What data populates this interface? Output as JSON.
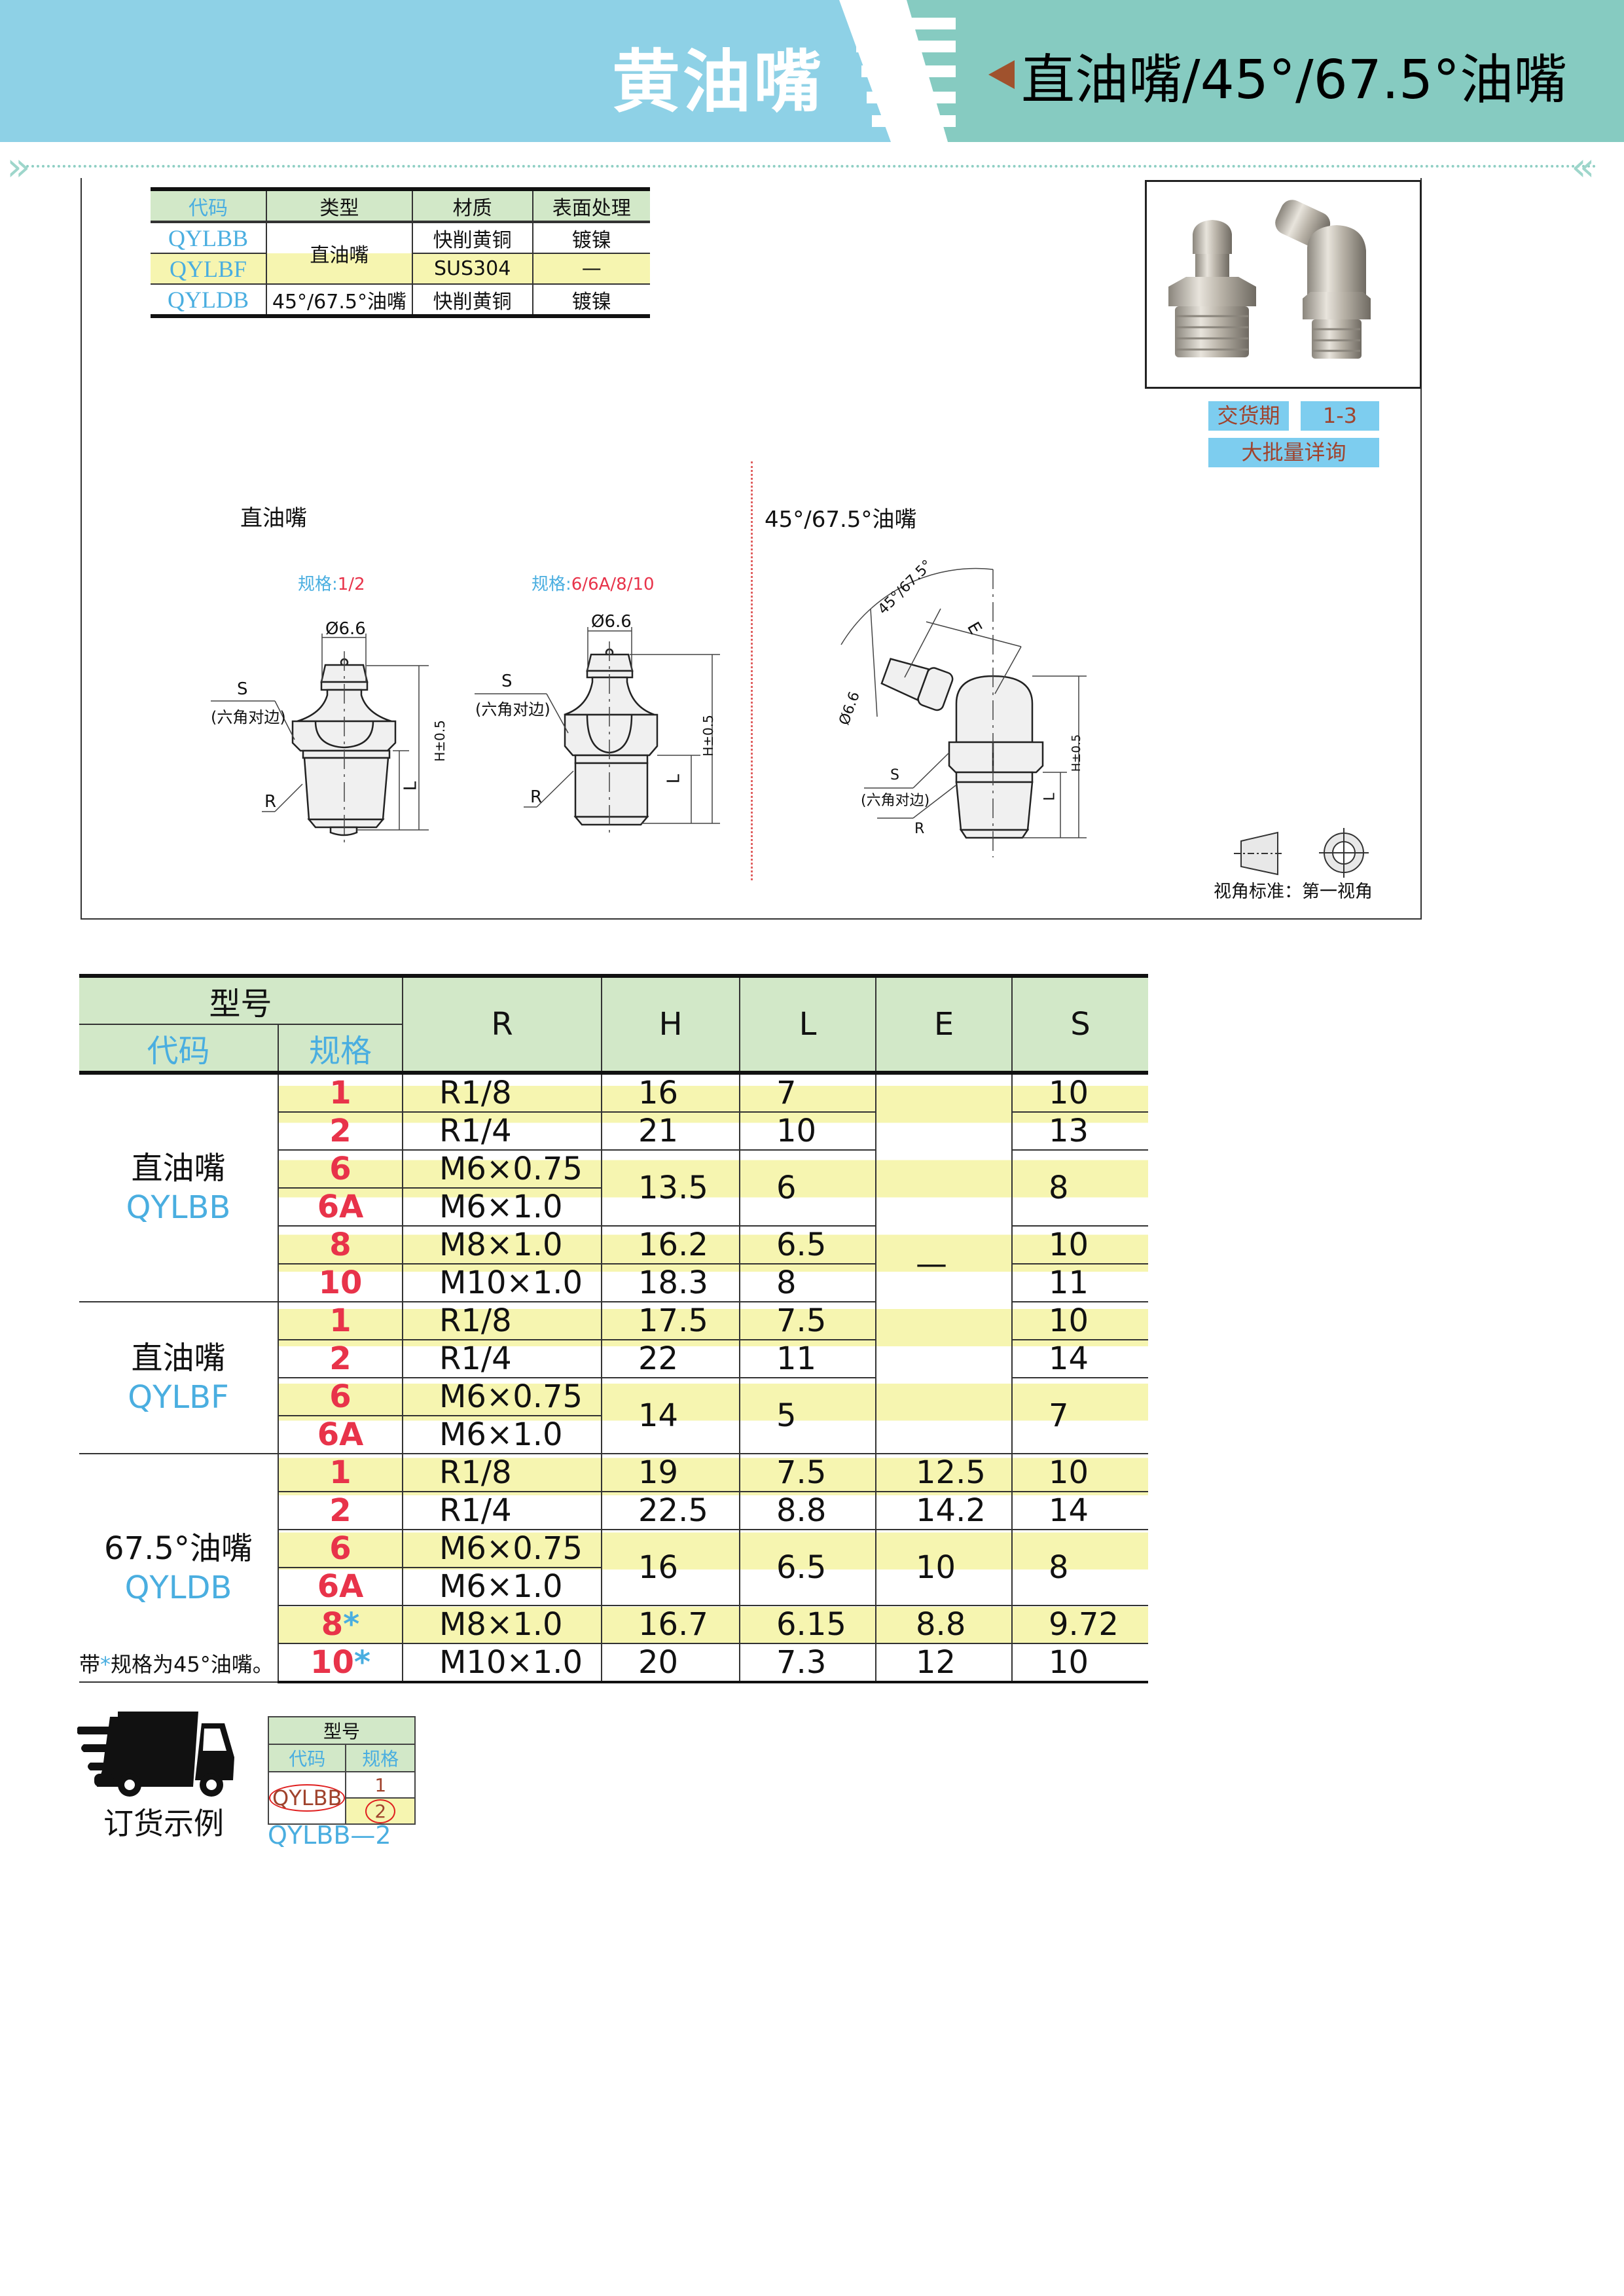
{
  "header": {
    "category_title": "黄油嘴",
    "page_title": "直油嘴/45°/67.5°油嘴"
  },
  "overview_table": {
    "headers": [
      "代码",
      "类型",
      "材质",
      "表面处理"
    ],
    "rows": [
      {
        "code": "QYLBB",
        "type": "直油嘴",
        "material": "快削黄铜",
        "finish": "镀镍"
      },
      {
        "code": "QYLBF",
        "type": "直油嘴",
        "material": "SUS304",
        "finish": "—"
      },
      {
        "code": "QYLDB",
        "type": "45°/67.5°油嘴",
        "material": "快削黄铜",
        "finish": "镀镍"
      }
    ]
  },
  "delivery": {
    "label": "交货期",
    "value": "1-3",
    "bulk_note": "大批量详询"
  },
  "drawings": {
    "straight_title": "直油嘴",
    "angled_title": "45°/67.5°油嘴",
    "spec_prefix": "规格:",
    "spec_a": "1/2",
    "spec_b": "6/6A/8/10",
    "dia": "Ø6.6",
    "s_label": "S",
    "hex_note": "(六角对边)",
    "r_label": "R",
    "l_label": "L",
    "h_label": "H±0.5",
    "e_label": "E",
    "angle_label": "45°/67.5°",
    "view_note": "视角标准：第一视角"
  },
  "spec_table": {
    "headers": {
      "model": "型号",
      "code": "代码",
      "spec": "规格",
      "R": "R",
      "H": "H",
      "L": "L",
      "E": "E",
      "S": "S"
    },
    "groups": [
      {
        "name": "直油嘴",
        "code": "QYLBB",
        "rows": [
          {
            "spec": "1",
            "mark": "",
            "R": "R1/8",
            "H": "16",
            "L": "7",
            "E": "—",
            "S": "10"
          },
          {
            "spec": "2",
            "mark": "",
            "R": "R1/4",
            "H": "21",
            "L": "10",
            "E": null,
            "S": "13"
          },
          {
            "spec": "6",
            "mark": "",
            "R": "M6×0.75",
            "H": "13.5",
            "L": "6",
            "E": null,
            "S": "8"
          },
          {
            "spec": "6A",
            "mark": "",
            "R": "M6×1.0",
            "H": null,
            "L": null,
            "E": null,
            "S": null
          },
          {
            "spec": "8",
            "mark": "",
            "R": "M8×1.0",
            "H": "16.2",
            "L": "6.5",
            "E": null,
            "S": "10"
          },
          {
            "spec": "10",
            "mark": "",
            "R": "M10×1.0",
            "H": "18.3",
            "L": "8",
            "E": null,
            "S": "11"
          }
        ]
      },
      {
        "name": "直油嘴",
        "code": "QYLBF",
        "rows": [
          {
            "spec": "1",
            "mark": "",
            "R": "R1/8",
            "H": "17.5",
            "L": "7.5",
            "E": null,
            "S": "10"
          },
          {
            "spec": "2",
            "mark": "",
            "R": "R1/4",
            "H": "22",
            "L": "11",
            "E": null,
            "S": "14"
          },
          {
            "spec": "6",
            "mark": "",
            "R": "M6×0.75",
            "H": "14",
            "L": "5",
            "E": null,
            "S": "7"
          },
          {
            "spec": "6A",
            "mark": "",
            "R": "M6×1.0",
            "H": null,
            "L": null,
            "E": null,
            "S": null
          }
        ]
      },
      {
        "name": "67.5°油嘴",
        "code": "QYLDB",
        "rows": [
          {
            "spec": "1",
            "mark": "",
            "R": "R1/8",
            "H": "19",
            "L": "7.5",
            "E": "12.5",
            "S": "10"
          },
          {
            "spec": "2",
            "mark": "",
            "R": "R1/4",
            "H": "22.5",
            "L": "8.8",
            "E": "14.2",
            "S": "14"
          },
          {
            "spec": "6",
            "mark": "",
            "R": "M6×0.75",
            "H": "16",
            "L": "6.5",
            "E": "10",
            "S": "8"
          },
          {
            "spec": "6A",
            "mark": "",
            "R": "M6×1.0",
            "H": null,
            "L": null,
            "E": null,
            "S": null
          },
          {
            "spec": "8",
            "mark": "*",
            "R": "M8×1.0",
            "H": "16.7",
            "L": "6.15",
            "E": "8.8",
            "S": "9.72"
          },
          {
            "spec": "10",
            "mark": "*",
            "R": "M10×1.0",
            "H": "20",
            "L": "7.3",
            "E": "12",
            "S": "10"
          }
        ]
      }
    ]
  },
  "footnote": {
    "prefix": "带",
    "mark": "*",
    "text": "规格为45°油嘴。"
  },
  "order_example": {
    "title": "订货示例",
    "model_header": "型号",
    "code_header": "代码",
    "spec_header": "规格",
    "code": "QYLBB",
    "spec_1": "1",
    "spec_2": "2",
    "result": "QYLBB—2"
  },
  "colors": {
    "header_blue": "#8ed1e6",
    "header_teal": "#86cbc1",
    "table_green": "#d2e8c8",
    "row_yellow": "#f6f5b0",
    "code_blue": "#4aaee0",
    "spec_red": "#e8334a"
  }
}
